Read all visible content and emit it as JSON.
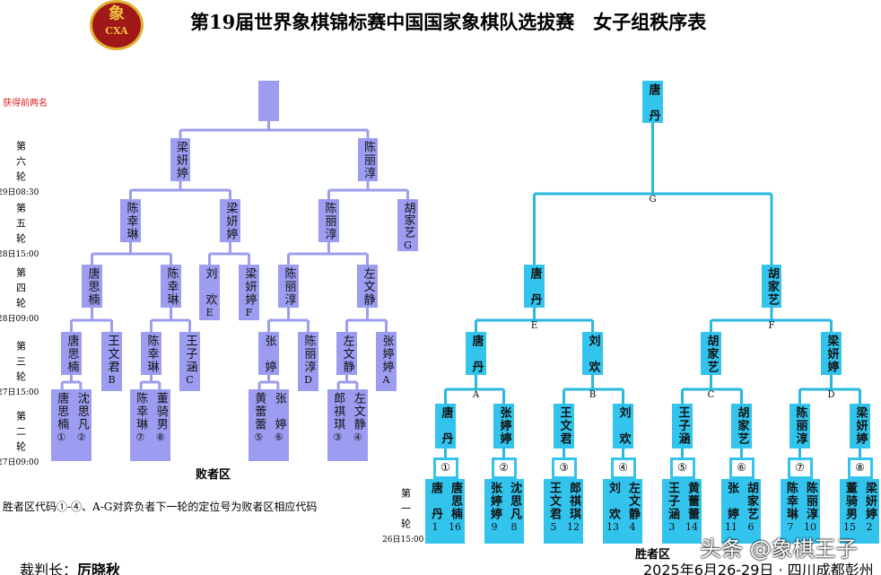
{
  "header": {
    "title": "第19届世界象棋锦标赛中国国家象棋队选拔赛　女子组秩序表",
    "logo_text": "CXA",
    "logo_char": "象"
  },
  "top_two_label": "获得前两名",
  "rounds": [
    {
      "label": "第六轮",
      "time": "29日08:30"
    },
    {
      "label": "第五轮",
      "time": "28日15:00"
    },
    {
      "label": "第四轮",
      "time": "28日09:00"
    },
    {
      "label": "第三轮",
      "time": "27日15:00"
    },
    {
      "label": "第二轮",
      "time": "27日09:00"
    },
    {
      "label": "第一轮",
      "time": "26日15:00"
    }
  ],
  "loser_bracket": {
    "title": "败者区",
    "top": {
      "name": "",
      "code": ""
    },
    "r6": [
      {
        "name": "梁妍婷",
        "code": ""
      },
      {
        "name": "陈丽淳",
        "code": ""
      }
    ],
    "r5": [
      {
        "name": "陈幸琳",
        "code": ""
      },
      {
        "name": "梁妍婷",
        "code": ""
      },
      {
        "name": "陈丽淳",
        "code": ""
      },
      {
        "name": "胡家艺",
        "code": "G"
      }
    ],
    "r4": [
      {
        "name": "唐思楠",
        "code": ""
      },
      {
        "name": "陈幸琳",
        "code": ""
      },
      {
        "name": "刘欢",
        "code": "E"
      },
      {
        "name": "梁妍婷",
        "code": "F"
      },
      {
        "name": "陈丽淳",
        "code": ""
      },
      {
        "name": "左文静",
        "code": ""
      }
    ],
    "r3": [
      {
        "name": "唐思楠",
        "code": ""
      },
      {
        "name": "王文君",
        "code": "B"
      },
      {
        "name": "陈幸琳",
        "code": ""
      },
      {
        "name": "王子涵",
        "code": "C"
      },
      {
        "name": "张婷",
        "code": ""
      },
      {
        "name": "陈丽淳",
        "code": "D"
      },
      {
        "name": "左文静",
        "code": ""
      },
      {
        "name": "张婷婷",
        "code": "A"
      }
    ],
    "r2": [
      [
        {
          "name": "唐思楠",
          "code": "①"
        },
        {
          "name": "沈思凡",
          "code": "②"
        }
      ],
      [
        {
          "name": "陈幸琳",
          "code": "⑦"
        },
        {
          "name": "董骑男",
          "code": "⑧"
        }
      ],
      [
        {
          "name": "黄蕾蕾",
          "code": "⑤"
        },
        {
          "name": "张婷",
          "code": "⑥"
        }
      ],
      [
        {
          "name": "郎祺琪",
          "code": "③"
        },
        {
          "name": "左文静",
          "code": "④"
        }
      ]
    ]
  },
  "winner_bracket": {
    "title": "胜者区",
    "champion": {
      "name": "唐丹"
    },
    "line_codes": {
      "champion": "G",
      "r5": [
        "E",
        "F"
      ],
      "r4": [
        "A",
        "B",
        "C",
        "D"
      ]
    },
    "r5": [
      {
        "name": "唐丹"
      },
      {
        "name": "胡家艺"
      }
    ],
    "r4": [
      {
        "name": "唐丹"
      },
      {
        "name": "刘欢"
      },
      {
        "name": "胡家艺"
      },
      {
        "name": "梁妍婷"
      }
    ],
    "r3": [
      {
        "name": "唐丹"
      },
      {
        "name": "张婷婷"
      },
      {
        "name": "王文君"
      },
      {
        "name": "刘欢"
      },
      {
        "name": "王子涵"
      },
      {
        "name": "胡家艺"
      },
      {
        "name": "陈丽淳"
      },
      {
        "name": "梁妍婷"
      }
    ],
    "match_numbers": [
      "①",
      "②",
      "③",
      "④",
      "⑤",
      "⑥",
      "⑦",
      "⑧"
    ],
    "r1": [
      [
        {
          "name": "唐丹",
          "seed": "1"
        },
        {
          "name": "唐思楠",
          "seed": "16"
        }
      ],
      [
        {
          "name": "张婷婷",
          "seed": "9"
        },
        {
          "name": "沈思凡",
          "seed": "8"
        }
      ],
      [
        {
          "name": "王文君",
          "seed": "5"
        },
        {
          "name": "郎祺琪",
          "seed": "12"
        }
      ],
      [
        {
          "name": "刘欢",
          "seed": "13"
        },
        {
          "name": "左文静",
          "seed": "4"
        }
      ],
      [
        {
          "name": "王子涵",
          "seed": "3"
        },
        {
          "name": "黄蕾蕾",
          "seed": "14"
        }
      ],
      [
        {
          "name": "张婷",
          "seed": "11"
        },
        {
          "name": "胡家艺",
          "seed": "6"
        }
      ],
      [
        {
          "name": "陈幸琳",
          "seed": "7"
        },
        {
          "name": "陈丽淳",
          "seed": "10"
        }
      ],
      [
        {
          "name": "董骑男",
          "seed": "15"
        },
        {
          "name": "梁妍婷",
          "seed": "2"
        }
      ]
    ]
  },
  "note": "胜者区代码①-④、A-G对弈负者下一轮的定位号为败者区相应代码",
  "referee": {
    "label": "裁判长：",
    "name": "厉晓秋"
  },
  "footer": {
    "date_place": "2025年6月26-29日 · 四川成都彭州",
    "watermark": "头条 @象棋王子"
  },
  "colors": {
    "loser": "#9c9cf0",
    "winner": "#33c4ee",
    "note_red": "#e02020",
    "logo": "#a01818"
  }
}
